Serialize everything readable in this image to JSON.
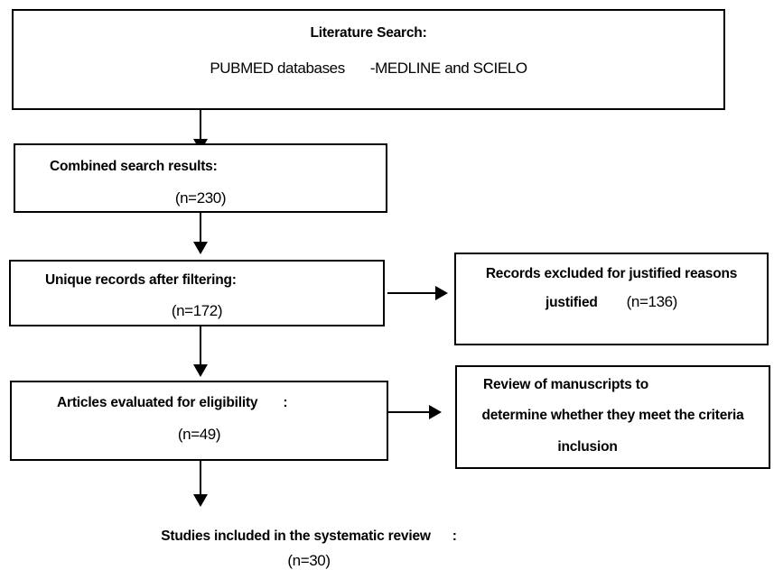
{
  "flow": {
    "literature_search": {
      "title": "Literature Search:",
      "body_left": "PUBMED databases",
      "body_right": "-MEDLINE and SCIELO"
    },
    "combined_results": {
      "title": "Combined search results:",
      "count": "(n=230)"
    },
    "unique_records": {
      "title": "Unique records after filtering:",
      "count": "(n=172)"
    },
    "records_excluded": {
      "line1": "Records excluded for justified reasons",
      "line2_label": "justified",
      "count": "(n=136)"
    },
    "articles_evaluated": {
      "title": "Articles evaluated for eligibility",
      "colon": ":",
      "count": "(n=49)"
    },
    "review_manuscripts": {
      "line1": "Review of manuscripts to",
      "line2": "determine whether they meet the criteria",
      "line3": "inclusion"
    },
    "studies_included": {
      "title": "Studies included in the systematic review",
      "colon": ":",
      "count": "(n=30)"
    }
  },
  "colors": {
    "border": "#000000",
    "text": "#000000",
    "background": "#ffffff"
  }
}
